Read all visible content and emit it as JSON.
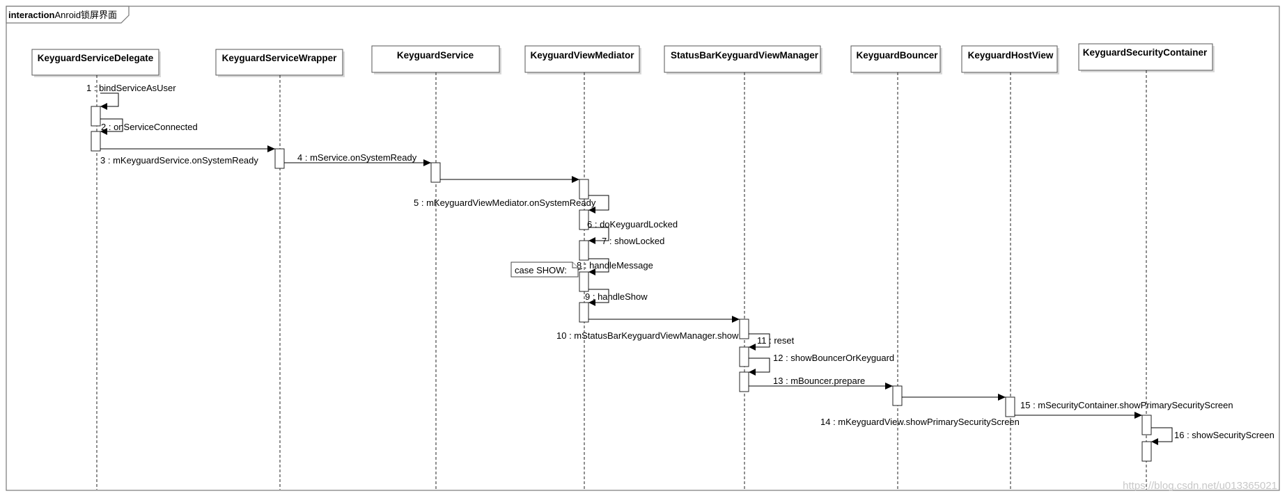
{
  "frame": {
    "kind": "interaction",
    "name": "Anroid锁屏界面"
  },
  "participants": [
    {
      "id": "p1",
      "name": "KeyguardServiceDelegate"
    },
    {
      "id": "p2",
      "name": "KeyguardServiceWrapper"
    },
    {
      "id": "p3",
      "name": "KeyguardService"
    },
    {
      "id": "p4",
      "name": "KeyguardViewMediator"
    },
    {
      "id": "p5",
      "name": "StatusBarKeyguardViewManager"
    },
    {
      "id": "p6",
      "name": "KeyguardBouncer"
    },
    {
      "id": "p7",
      "name": "KeyguardHostView"
    },
    {
      "id": "p8",
      "name": "KeyguardSecurityContainer"
    }
  ],
  "messages": [
    {
      "label": "1 : bindServiceAsUser"
    },
    {
      "label": "2 : onServiceConnected"
    },
    {
      "label": "3 : mKeyguardService.onSystemReady"
    },
    {
      "label": "4 : mService.onSystemReady"
    },
    {
      "label": "5 : mKeyguardViewMediator.onSystemReady"
    },
    {
      "label": "6 : doKeyguardLocked"
    },
    {
      "label": "7 : showLocked"
    },
    {
      "label": "8 : handleMessage"
    },
    {
      "label": "9 : handleShow"
    },
    {
      "label": "10 : mStatusBarKeyguardViewManager.show"
    },
    {
      "label": "11 : reset"
    },
    {
      "label": "12 : showBouncerOrKeyguard"
    },
    {
      "label": "13 : mBouncer.prepare"
    },
    {
      "label": "14 : mKeyguardView.showPrimarySecurityScreen"
    },
    {
      "label": "15 : mSecurityContainer.showPrimarySecurityScreen"
    },
    {
      "label": "16 : showSecurityScreen"
    }
  ],
  "note": {
    "text": "case SHOW:"
  },
  "watermark": "https://blog.csdn.net/u013365021"
}
